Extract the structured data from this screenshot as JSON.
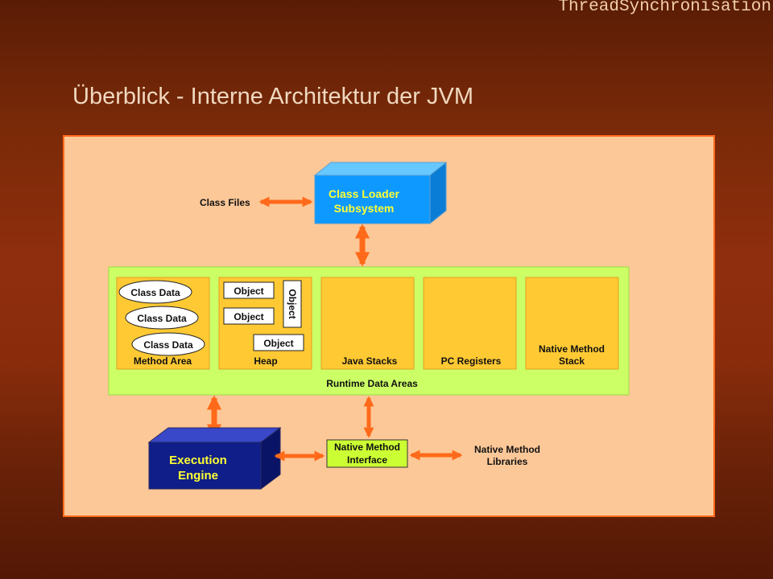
{
  "header": {
    "label": "ThreadSynchronisation"
  },
  "slide": {
    "title": "Überblick - Interne Architektur der JVM"
  },
  "diagram": {
    "class_files": "Class Files",
    "class_loader": {
      "line1": "Class Loader",
      "line2": "Subsystem"
    },
    "runtime_data_areas": "Runtime Data Areas",
    "method_area": {
      "label": "Method Area",
      "class_data": [
        "Class Data",
        "Class Data",
        "Class Data"
      ]
    },
    "heap": {
      "label": "Heap",
      "objects": [
        "Object",
        "Object",
        "Object",
        "Object"
      ]
    },
    "java_stacks": "Java Stacks",
    "pc_registers": "PC Registers",
    "native_method_stack": {
      "line1": "Native Method",
      "line2": "Stack"
    },
    "execution_engine": {
      "line1": "Execution",
      "line2": "Engine"
    },
    "native_method_interface": {
      "line1": "Native Method",
      "line2": "Interface"
    },
    "native_method_libraries": {
      "line1": "Native Method",
      "line2": "Libraries"
    },
    "colors": {
      "panel": "#fdc898",
      "runtime_area": "#ccff66",
      "cell": "#ffc933",
      "class_loader": "#0d99ff",
      "class_loader_text": "#ffff33",
      "execution_engine": "#0f1e88",
      "execution_engine_text": "#ffff33",
      "arrow": "#ff6a1a"
    }
  }
}
